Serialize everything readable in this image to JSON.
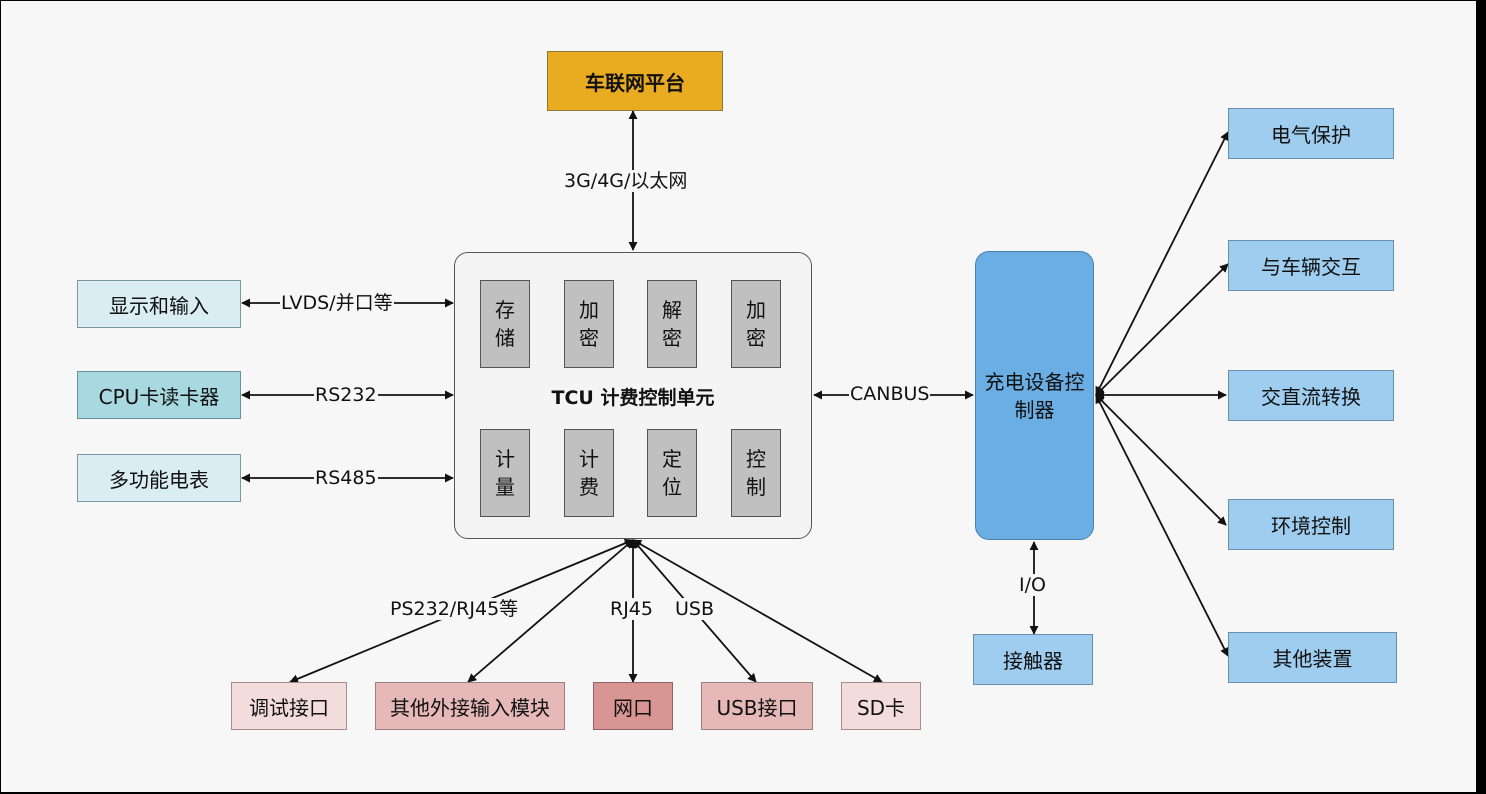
{
  "platform": {
    "label": "车联网平台",
    "color": "#e9ab20"
  },
  "link_platform": "3G/4G/以太网",
  "tcu": {
    "title": "TCU 计费控制单元",
    "modules_top": [
      "存储",
      "加密",
      "解密",
      "加密"
    ],
    "modules_bottom": [
      "计量",
      "计费",
      "定位",
      "控制"
    ]
  },
  "left_devices": [
    {
      "label": "显示和输入",
      "link": "LVDS/并口等"
    },
    {
      "label": "CPU卡读卡器",
      "link": "RS232"
    },
    {
      "label": "多功能电表",
      "link": "RS485"
    }
  ],
  "bottom_links": {
    "ps232": "PS232/RJ45等",
    "rj45": "RJ45",
    "usb": "USB"
  },
  "bottom_devices": [
    "调试接口",
    "其他外接输入模块",
    "网口",
    "USB接口",
    "SD卡"
  ],
  "link_canbus": "CANBUS",
  "charger": {
    "label": "充电设备控制器",
    "color": "#6aaee3"
  },
  "link_io": "I/O",
  "contactor": "接触器",
  "right_functions": [
    "电气保护",
    "与车辆交互",
    "交直流转换",
    "环境控制",
    "其他装置"
  ]
}
